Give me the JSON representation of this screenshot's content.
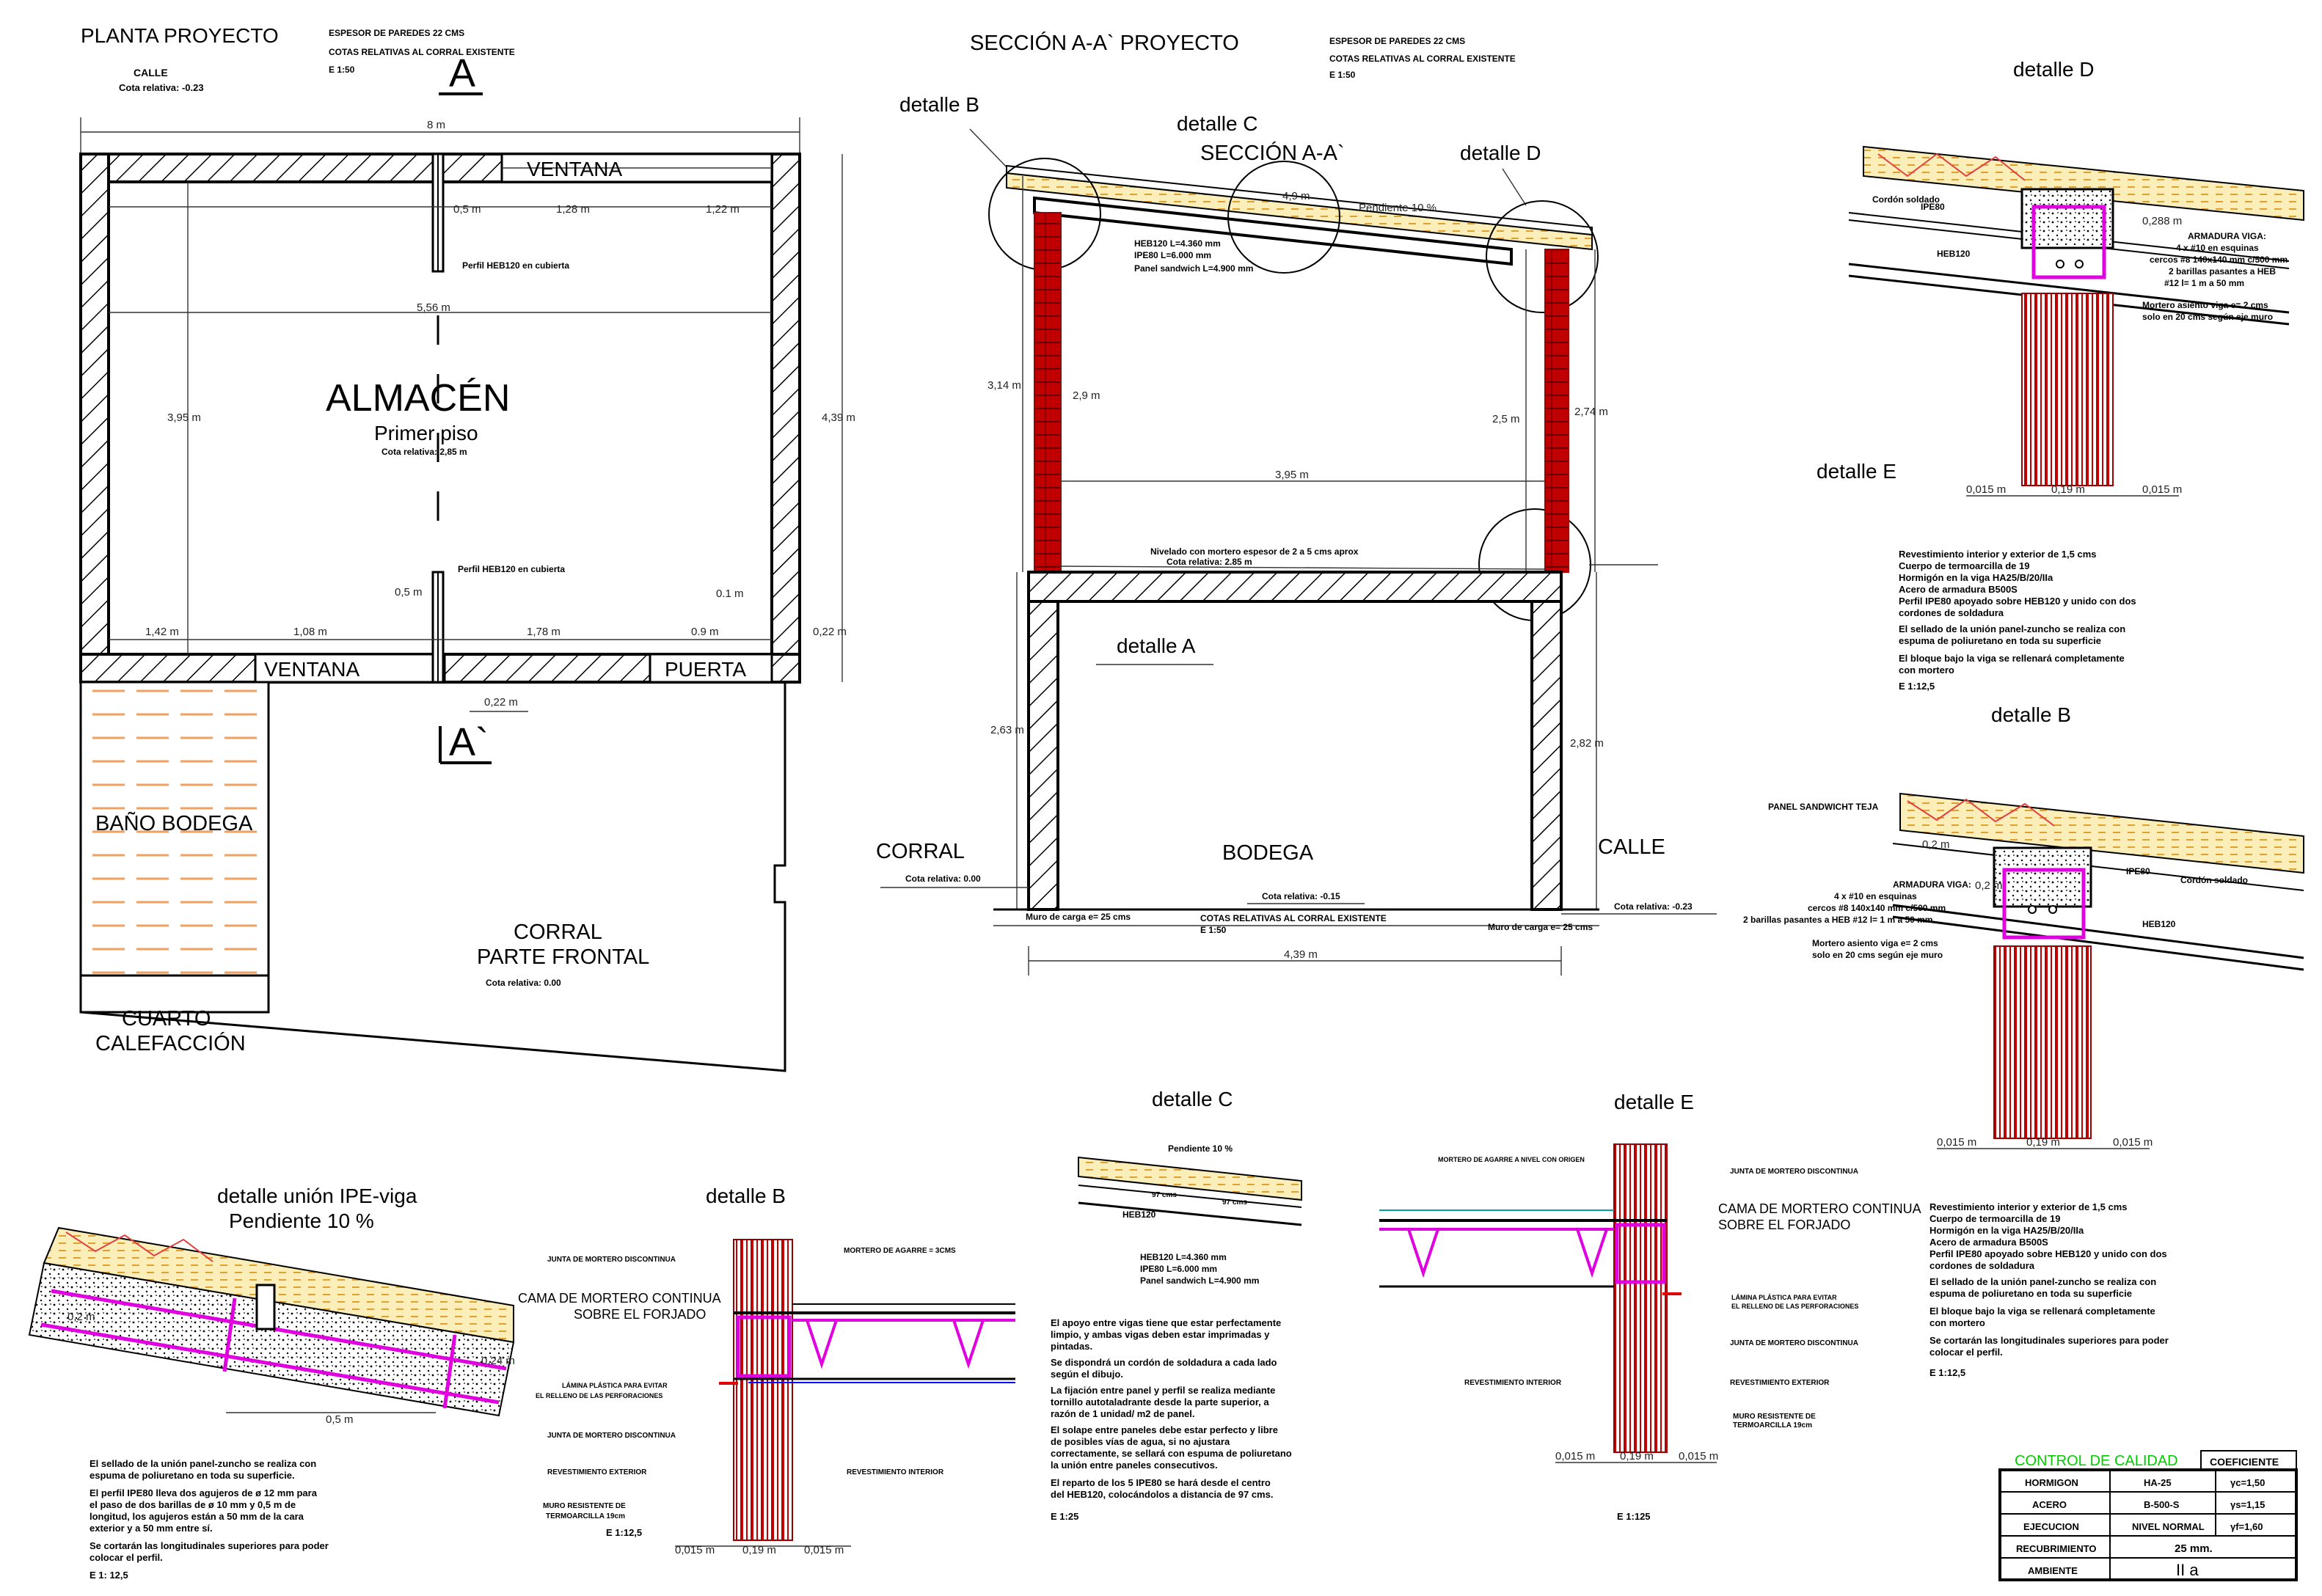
{
  "planta": {
    "title": "PLANTA PROYECTO",
    "note1": "ESPESOR DE PAREDES 22 CMS",
    "note2": "COTAS RELATIVAS AL CORRAL EXISTENTE",
    "note3": "E 1:50",
    "calle": "CALLE",
    "calle_cota": "Cota relativa: -0.23",
    "cut_top": "A",
    "cut_bottom": "A`",
    "dim_total": "8 m",
    "ventana_top": "VENTANA",
    "ventana_bottom": "VENTANA",
    "puerta": "PUERTA",
    "d_05": "0,5 m",
    "d_128": "1,28 m",
    "d_122": "1,22 m",
    "perfil_top": "Perfil HEB120 en cubierta",
    "d_556": "5,56 m",
    "d_395": "3,95 m",
    "d_439": "4,39 m",
    "room": "ALMACÉN",
    "room_sub": "Primer piso",
    "room_cota": "Cota relativa: 2,85 m",
    "perfil_bottom": "Perfil HEB120 en cubierta",
    "d_05b": "0,5 m",
    "d_01": "0.1 m",
    "d_142": "1,42 m",
    "d_108": "1,08 m",
    "d_178": "1,78 m",
    "d_09": "0.9 m",
    "d_022": "0,22 m",
    "d_022b": "0,22 m",
    "bano": "BAÑO BODEGA",
    "corral1": "CORRAL",
    "corral2": "PARTE FRONTAL",
    "corral_cota": "Cota relativa: 0.00",
    "cuarto1": "CUARTO",
    "cuarto2": "CALEFACCIÓN"
  },
  "seccion": {
    "title": "SECCIÓN A-A` PROYECTO",
    "note1": "ESPESOR DE PAREDES 22 CMS",
    "note2": "COTAS RELATIVAS AL CORRAL EXISTENTE",
    "note3": "E 1:50",
    "det_b": "detalle B",
    "det_c": "detalle C",
    "det_d": "detalle D",
    "det_a": "detalle A",
    "sub": "SECCIÓN A-A`",
    "d_49": "4,9 m",
    "pendiente": "Pendiente 10 %",
    "beam1": "HEB120 L=4.360 mm",
    "beam2": "IPE80 L=6.000 mm",
    "beam3": "Panel sandwich L=4.900 mm",
    "d_314": "3,14 m",
    "d_29": "2,9 m",
    "d_25": "2,5 m",
    "d_274": "2,74 m",
    "d_395": "3,95 m",
    "nivelado": "Nivelado con mortero espesor de 2 a 5 cms aprox",
    "cota_285": "Cota relativa: 2.85 m",
    "d_263": "2,63 m",
    "d_282": "2,82 m",
    "corral": "CORRAL",
    "bodega": "BODEGA",
    "calle": "CALLE",
    "cota_000": "Cota relativa: 0.00",
    "cota_015": "Cota relativa: -0.15",
    "cota_023": "Cota relativa: -0.23",
    "muro_l": "Muro de carga e= 25 cms",
    "muro_r": "Muro de carga e= 25 cms",
    "cotas": "COTAS RELATIVAS AL CORRAL EXISTENTE",
    "escala": "E 1:50",
    "d_439": "4,39 m"
  },
  "detalle_d": {
    "title": "detalle D",
    "cordon": "Cordón soldado",
    "ipe": "IPE80",
    "heb": "HEB120",
    "d_0288": "0,288 m",
    "arm_title": "ARMADURA VIGA:",
    "arm1": "4 x #10 en esquinas",
    "arm2": "cercos #8 140x140 mm c/500 mm",
    "arm3": "2 barillas pasantes a HEB",
    "arm4": "#12 l= 1 m a 50 mm",
    "mortero1": "Mortero asiento viga e= 2 cms",
    "mortero2": "solo en 20 cms según eje muro",
    "d_a": "0,015 m",
    "d_b": "0,19 m",
    "d_c": "0,015 m",
    "n1": "Revestimiento interior y exterior de 1,5 cms",
    "n2": "Cuerpo de termoarcilla de 19",
    "n3": "Hormigón en la viga HA25/B/20/IIa",
    "n4": "Acero de armadura B500S",
    "n5": "Perfil IPE80 apoyado sobre HEB120 y unido con dos",
    "n6": "cordones de soldadura",
    "n7": "El sellado de la unión panel-zuncho se realiza con",
    "n8": "espuma de poliuretano en toda su superficie",
    "n9": "El bloque bajo la viga se rellenará completamente",
    "n10": "con mortero",
    "escala": "E 1:12,5"
  },
  "detalle_e_label": "detalle E",
  "detalle_b_right": {
    "title": "detalle B",
    "panel": "PANEL SANDWICHT TEJA",
    "d_02a": "0,2 m",
    "d_02b": "0,2 m",
    "ipe": "IPE80",
    "cordon": "Cordón soldado",
    "heb": "HEB120",
    "arm_title": "ARMADURA VIGA:",
    "arm1": "4 x #10 en esquinas",
    "arm2": "cercos #8 140x140 mm c/500 mm",
    "arm3": "2 barillas pasantes a HEB #12 l= 1 m a 50 mm",
    "mortero1": "Mortero asiento viga e= 2 cms",
    "mortero2": "solo en 20 cms según eje muro",
    "d_a": "0,015 m",
    "d_b": "0,19 m",
    "d_c": "0,015 m",
    "n1": "Revestimiento interior y exterior de 1,5 cms",
    "n2": "Cuerpo de termoarcilla de 19",
    "n3": "Hormigón en la viga HA25/B/20/IIa",
    "n4": "Acero de armadura B500S",
    "n5": "Perfil IPE80 apoyado sobre HEB120 y unido con dos",
    "n6": "cordones de soldadura",
    "n7": "El sellado de la unión panel-zuncho se realiza con",
    "n8": "espuma de poliuretano en toda su superficie",
    "n9": "El bloque bajo la viga se rellenará completamente",
    "n10": "con mortero",
    "n11": "Se cortarán las longitudinales superiores para poder",
    "n12": "colocar el perfil.",
    "escala": "E 1:12,5"
  },
  "detalle_union": {
    "title": "detalle unión IPE-viga",
    "sub": "Pendiente 10 %",
    "d_02": "0,2 m",
    "d_024": "0,24 m",
    "d_05": "0,5 m",
    "n1": "El sellado de la unión panel-zuncho se realiza con",
    "n2": "espuma de poliuretano en toda su superficie.",
    "n3": "El perfil IPE80 lleva dos agujeros de ø 12 mm para",
    "n4": "el paso de dos barillas de ø 10 mm y 0,5 m de",
    "n5": "longitud, los agujeros están a 50 mm de la cara",
    "n6": "exterior y a 50 mm entre sí.",
    "n7": "Se cortarán las longitudinales superiores para poder",
    "n8": "colocar el perfil.",
    "escala": "E 1: 12,5"
  },
  "detalle_b_bottom": {
    "title": "detalle B",
    "l1": "JUNTA DE MORTERO DISCONTINUA",
    "l2": "MORTERO DE AGARRE = 3CMS",
    "cama1": "CAMA DE MORTERO CONTINUA",
    "cama2": "SOBRE EL FORJADO",
    "l3": "LÁMINA PLÁSTICA PARA EVITAR",
    "l4": "EL RELLENO DE LAS PERFORACIONES",
    "l5": "JUNTA DE MORTERO DISCONTINUA",
    "l6": "REVESTIMIENTO EXTERIOR",
    "l7": "REVESTIMIENTO INTERIOR",
    "l8": "MURO RESISTENTE DE",
    "l9": "TERMOARCILLA 19cm",
    "escala": "E 1:12,5",
    "d_a": "0,015 m",
    "d_b": "0,19 m",
    "d_c": "0,015 m"
  },
  "detalle_c": {
    "title": "detalle C",
    "pendiente": "Pendiente 10 %",
    "d_97a": "97 cms",
    "d_97b": "97 cms",
    "heb": "HEB120",
    "b1": "HEB120 L=4.360 mm",
    "b2": "IPE80 L=6.000 mm",
    "b3": "Panel sandwich L=4.900 mm",
    "n1": "El apoyo entre vigas tiene que estar perfectamente",
    "n2": "limpio, y ambas vigas deben estar imprimadas y",
    "n3": "pintadas.",
    "n4": "Se dispondrá un cordón de soldadura a cada lado",
    "n5": "según el dibujo.",
    "n6": "La fijación entre panel y perfil se realiza mediante",
    "n7": "tornillo autotaladrante desde la parte superior, a",
    "n8": "razón de 1 unidad/ m2 de panel.",
    "n9": "El solape entre paneles debe estar perfecto y libre",
    "n10": "de posibles vías de agua, si no ajustara",
    "n11": "correctamente, se sellará con espuma de poliuretano",
    "n12": "la unión entre paneles consecutivos.",
    "n13": "El reparto de los 5 IPE80 se hará desde el centro",
    "n14": "del HEB120, colocándolos a distancia de 97 cms.",
    "escala": "E 1:25"
  },
  "detalle_e": {
    "title": "detalle E",
    "l1": "MORTERO DE AGARRE A NIVEL CON ORIGEN",
    "l2": "JUNTA DE MORTERO DISCONTINUA",
    "cama1": "CAMA DE MORTERO CONTINUA",
    "cama2": "SOBRE EL FORJADO",
    "l3": "LÁMINA PLÁSTICA PARA EVITAR",
    "l4": "EL RELLENO DE LAS PERFORACIONES",
    "l5": "JUNTA DE MORTERO DISCONTINUA",
    "l6": "REVESTIMIENTO INTERIOR",
    "l7": "REVESTIMIENTO EXTERIOR",
    "l8": "MURO RESISTENTE DE",
    "l9": "TERMOARCILLA 19cm",
    "d_a": "0,015 m",
    "d_b": "0,19 m",
    "d_c": "0,015 m",
    "escala": "E 1:125"
  },
  "control": {
    "title": "CONTROL DE CALIDAD",
    "coef": "COEFICIENTE",
    "rows": [
      {
        "a": "HORMIGON",
        "b": "HA-25",
        "c": "γc=1,50"
      },
      {
        "a": "ACERO",
        "b": "B-500-S",
        "c": "γs=1,15"
      },
      {
        "a": "EJECUCION",
        "b": "NIVEL NORMAL",
        "c": "γf=1,60"
      },
      {
        "a": "RECUBRIMIENTO",
        "b": "25 mm."
      },
      {
        "a": "AMBIENTE",
        "b": "II a"
      }
    ],
    "title_color": "#00cc00"
  }
}
